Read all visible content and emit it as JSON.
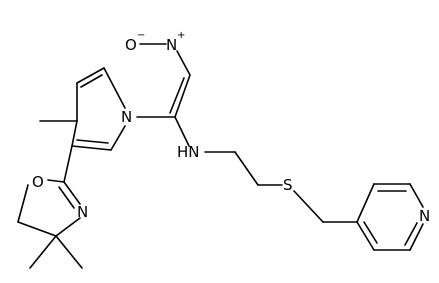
{
  "diagram": {
    "type": "skeletal-structure",
    "atoms": {
      "nitro_o_neg": "O",
      "nitro_o_neg_charge": "−",
      "nitro_n": "N",
      "nitro_n_charge": "+",
      "ring_n": "N",
      "amine_nh": "HN",
      "thioether_s": "S",
      "oxazoline_o": "O",
      "oxazoline_n": "N",
      "pyridine_n": "N"
    }
  }
}
